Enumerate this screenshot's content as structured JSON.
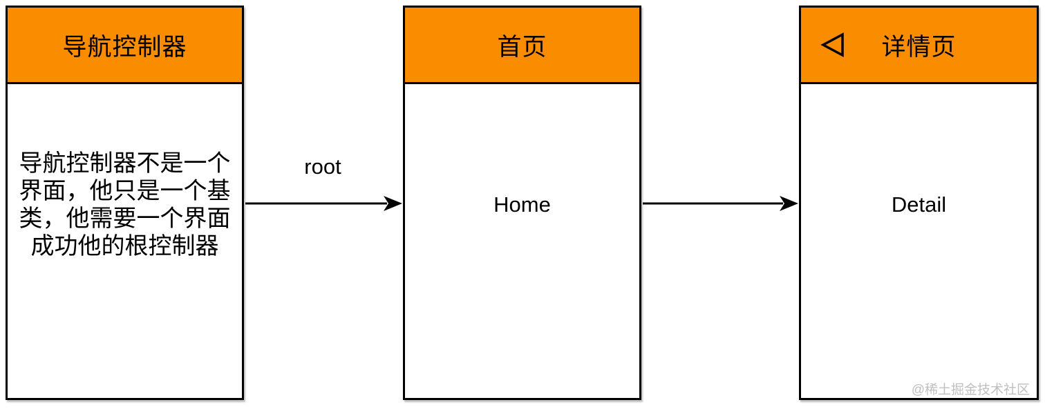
{
  "nodes": [
    {
      "id": "navigation-controller",
      "title": "导航控制器",
      "body": "导航控制器不是一个界面，他只是一个基类，他需要一个界面成功他的根控制器",
      "has_back_icon": false
    },
    {
      "id": "home",
      "title": "首页",
      "body": "Home",
      "has_back_icon": false
    },
    {
      "id": "detail",
      "title": "详情页",
      "body": "Detail",
      "has_back_icon": true
    }
  ],
  "edges": [
    {
      "from": "navigation-controller",
      "to": "home",
      "label": "root"
    },
    {
      "from": "home",
      "to": "detail",
      "label": ""
    }
  ],
  "colors": {
    "header-fill": "#FA8C00",
    "border": "#000000",
    "body-fill": "#FFFFFF",
    "canvas-bg": "#FFFFFF",
    "watermark": "#BFBFBF"
  },
  "watermark": "@稀土掘金技术社区"
}
